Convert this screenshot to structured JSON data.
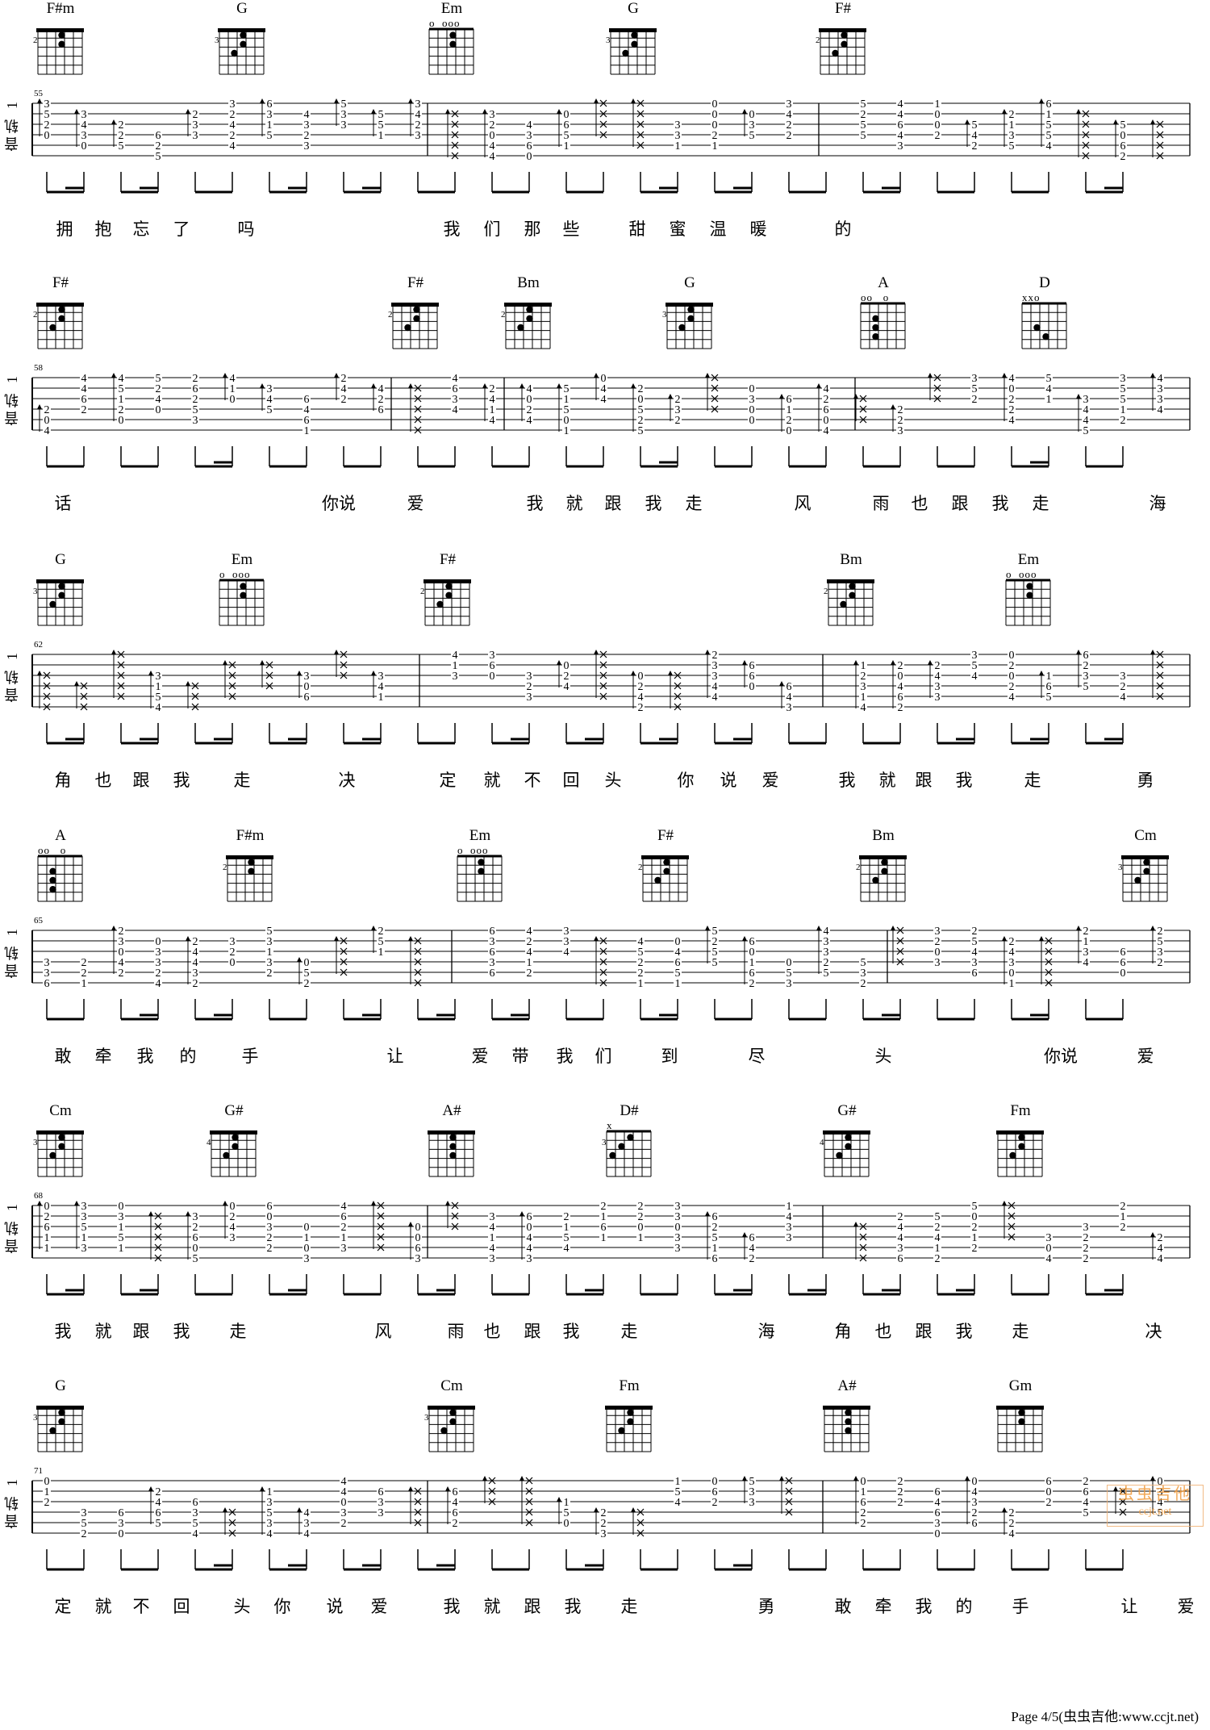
{
  "track_name": "音轨 1",
  "footer": "Page 4/5(虫虫吉他:www.ccjt.net)",
  "watermark": "ccjt.net",
  "systems": [
    {
      "measure_start": "55",
      "chords": [
        {
          "name": "F#m",
          "fret": "2",
          "open": "",
          "barre": true,
          "dots": [
            [
              2,
              1
            ],
            [
              2,
              2
            ]
          ]
        },
        {
          "name": "G",
          "fret": "3",
          "open": "",
          "barre": true,
          "dots": [
            [
              2,
              1
            ],
            [
              2,
              2
            ],
            [
              1,
              3
            ]
          ]
        },
        {
          "name": "Em",
          "fret": "",
          "open": "o  ooo",
          "barre": false,
          "dots": [
            [
              2,
              1
            ],
            [
              2,
              2
            ]
          ]
        },
        {
          "name": "G",
          "fret": "3",
          "open": "",
          "barre": true,
          "dots": [
            [
              2,
              1
            ],
            [
              2,
              2
            ],
            [
              1,
              3
            ]
          ]
        },
        {
          "name": "F#",
          "fret": "2",
          "open": "",
          "barre": true,
          "dots": [
            [
              2,
              1
            ],
            [
              2,
              2
            ],
            [
              1,
              3
            ]
          ]
        }
      ],
      "lyrics": [
        "拥",
        "抱",
        "忘",
        "了",
        "吗",
        "我",
        "们",
        "那",
        "些",
        "甜",
        "蜜",
        "温",
        "暖",
        "的"
      ]
    },
    {
      "measure_start": "58",
      "chords": [
        {
          "name": "F#",
          "fret": "2",
          "open": "",
          "barre": true,
          "dots": [
            [
              2,
              1
            ],
            [
              2,
              2
            ],
            [
              1,
              3
            ]
          ]
        },
        {
          "name": "F#",
          "fret": "2",
          "open": "",
          "barre": true,
          "dots": [
            [
              2,
              1
            ],
            [
              2,
              2
            ],
            [
              1,
              3
            ]
          ]
        },
        {
          "name": "Bm",
          "fret": "2",
          "open": "",
          "barre": true,
          "dots": [
            [
              2,
              1
            ],
            [
              2,
              2
            ],
            [
              1,
              3
            ]
          ]
        },
        {
          "name": "G",
          "fret": "3",
          "open": "",
          "barre": true,
          "dots": [
            [
              2,
              1
            ],
            [
              2,
              2
            ],
            [
              1,
              3
            ]
          ]
        },
        {
          "name": "A",
          "fret": "",
          "open": "oo   o",
          "barre": false,
          "dots": [
            [
              1,
              2
            ],
            [
              1,
              3
            ],
            [
              1,
              4
            ]
          ]
        },
        {
          "name": "D",
          "fret": "",
          "open": "xxo",
          "barre": false,
          "dots": [
            [
              1,
              3
            ],
            [
              2,
              4
            ]
          ]
        }
      ],
      "lyrics": [
        "话",
        "你说",
        "爱",
        "我",
        "就",
        "跟",
        "我",
        "走",
        "风",
        "雨",
        "也",
        "跟",
        "我",
        "走",
        "海"
      ]
    },
    {
      "measure_start": "62",
      "chords": [
        {
          "name": "G",
          "fret": "3",
          "open": "",
          "barre": true,
          "dots": [
            [
              2,
              1
            ],
            [
              2,
              2
            ],
            [
              1,
              3
            ]
          ]
        },
        {
          "name": "Em",
          "fret": "",
          "open": "o  ooo",
          "barre": false,
          "dots": [
            [
              2,
              1
            ],
            [
              2,
              2
            ]
          ]
        },
        {
          "name": "F#",
          "fret": "2",
          "open": "",
          "barre": true,
          "dots": [
            [
              2,
              1
            ],
            [
              2,
              2
            ],
            [
              1,
              3
            ]
          ]
        },
        {
          "name": "Bm",
          "fret": "2",
          "open": "",
          "barre": true,
          "dots": [
            [
              2,
              1
            ],
            [
              2,
              2
            ],
            [
              1,
              3
            ]
          ]
        },
        {
          "name": "Em",
          "fret": "",
          "open": "o  ooo",
          "barre": false,
          "dots": [
            [
              2,
              1
            ],
            [
              2,
              2
            ]
          ]
        }
      ],
      "lyrics": [
        "角",
        "也",
        "跟",
        "我",
        "走",
        "决",
        "定",
        "就",
        "不",
        "回",
        "头",
        "你",
        "说",
        "爱",
        "我",
        "就",
        "跟",
        "我",
        "走",
        "勇"
      ]
    },
    {
      "measure_start": "65",
      "chords": [
        {
          "name": "A",
          "fret": "",
          "open": "oo   o",
          "barre": false,
          "dots": [
            [
              1,
              2
            ],
            [
              1,
              3
            ],
            [
              1,
              4
            ]
          ]
        },
        {
          "name": "F#m",
          "fret": "2",
          "open": "",
          "barre": true,
          "dots": [
            [
              2,
              1
            ],
            [
              2,
              2
            ]
          ]
        },
        {
          "name": "Em",
          "fret": "",
          "open": "o  ooo",
          "barre": false,
          "dots": [
            [
              2,
              1
            ],
            [
              2,
              2
            ]
          ]
        },
        {
          "name": "F#",
          "fret": "2",
          "open": "",
          "barre": true,
          "dots": [
            [
              2,
              1
            ],
            [
              2,
              2
            ],
            [
              1,
              3
            ]
          ]
        },
        {
          "name": "Bm",
          "fret": "2",
          "open": "",
          "barre": true,
          "dots": [
            [
              2,
              1
            ],
            [
              2,
              2
            ],
            [
              1,
              3
            ]
          ]
        },
        {
          "name": "Cm",
          "fret": "3",
          "open": "",
          "barre": true,
          "dots": [
            [
              2,
              1
            ],
            [
              2,
              2
            ],
            [
              1,
              3
            ]
          ]
        }
      ],
      "lyrics": [
        "敢",
        "牵",
        "我",
        "的",
        "手",
        "让",
        "爱",
        "带",
        "我",
        "们",
        "到",
        "尽",
        "头",
        "你说",
        "爱"
      ]
    },
    {
      "measure_start": "68",
      "chords": [
        {
          "name": "Cm",
          "fret": "3",
          "open": "",
          "barre": true,
          "dots": [
            [
              2,
              1
            ],
            [
              2,
              2
            ],
            [
              1,
              3
            ]
          ]
        },
        {
          "name": "G#",
          "fret": "4",
          "open": "",
          "barre": true,
          "dots": [
            [
              2,
              1
            ],
            [
              2,
              2
            ],
            [
              1,
              3
            ]
          ]
        },
        {
          "name": "A#",
          "fret": "",
          "open": "",
          "barre": true,
          "dots": [
            [
              2,
              1
            ],
            [
              2,
              2
            ],
            [
              2,
              3
            ]
          ]
        },
        {
          "name": "D#",
          "fret": "3",
          "open": "x",
          "barre": false,
          "dots": [
            [
              2,
              1
            ],
            [
              1,
              2
            ],
            [
              0,
              3
            ]
          ]
        },
        {
          "name": "G#",
          "fret": "4",
          "open": "",
          "barre": true,
          "dots": [
            [
              2,
              1
            ],
            [
              2,
              2
            ],
            [
              1,
              3
            ]
          ]
        },
        {
          "name": "Fm",
          "fret": "",
          "open": "",
          "barre": true,
          "dots": [
            [
              2,
              1
            ],
            [
              2,
              2
            ],
            [
              1,
              3
            ]
          ]
        }
      ],
      "lyrics": [
        "我",
        "就",
        "跟",
        "我",
        "走",
        "风",
        "雨",
        "也",
        "跟",
        "我",
        "走",
        "海",
        "角",
        "也",
        "跟",
        "我",
        "走",
        "决"
      ]
    },
    {
      "measure_start": "71",
      "chords": [
        {
          "name": "G",
          "fret": "3",
          "open": "",
          "barre": true,
          "dots": [
            [
              2,
              1
            ],
            [
              2,
              2
            ],
            [
              1,
              3
            ]
          ]
        },
        {
          "name": "Cm",
          "fret": "3",
          "open": "",
          "barre": true,
          "dots": [
            [
              2,
              1
            ],
            [
              2,
              2
            ],
            [
              1,
              3
            ]
          ]
        },
        {
          "name": "Fm",
          "fret": "",
          "open": "",
          "barre": true,
          "dots": [
            [
              2,
              1
            ],
            [
              2,
              2
            ],
            [
              1,
              3
            ]
          ]
        },
        {
          "name": "A#",
          "fret": "",
          "open": "",
          "barre": true,
          "dots": [
            [
              2,
              1
            ],
            [
              2,
              2
            ],
            [
              2,
              3
            ]
          ]
        },
        {
          "name": "Gm",
          "fret": "",
          "open": "",
          "barre": true,
          "dots": [
            [
              2,
              1
            ],
            [
              2,
              2
            ]
          ]
        }
      ],
      "lyrics": [
        "定",
        "就",
        "不",
        "回",
        "头",
        "你",
        "说",
        "爱",
        "我",
        "就",
        "跟",
        "我",
        "走",
        "勇",
        "敢",
        "牵",
        "我",
        "的",
        "手",
        "让",
        "爱"
      ]
    }
  ]
}
